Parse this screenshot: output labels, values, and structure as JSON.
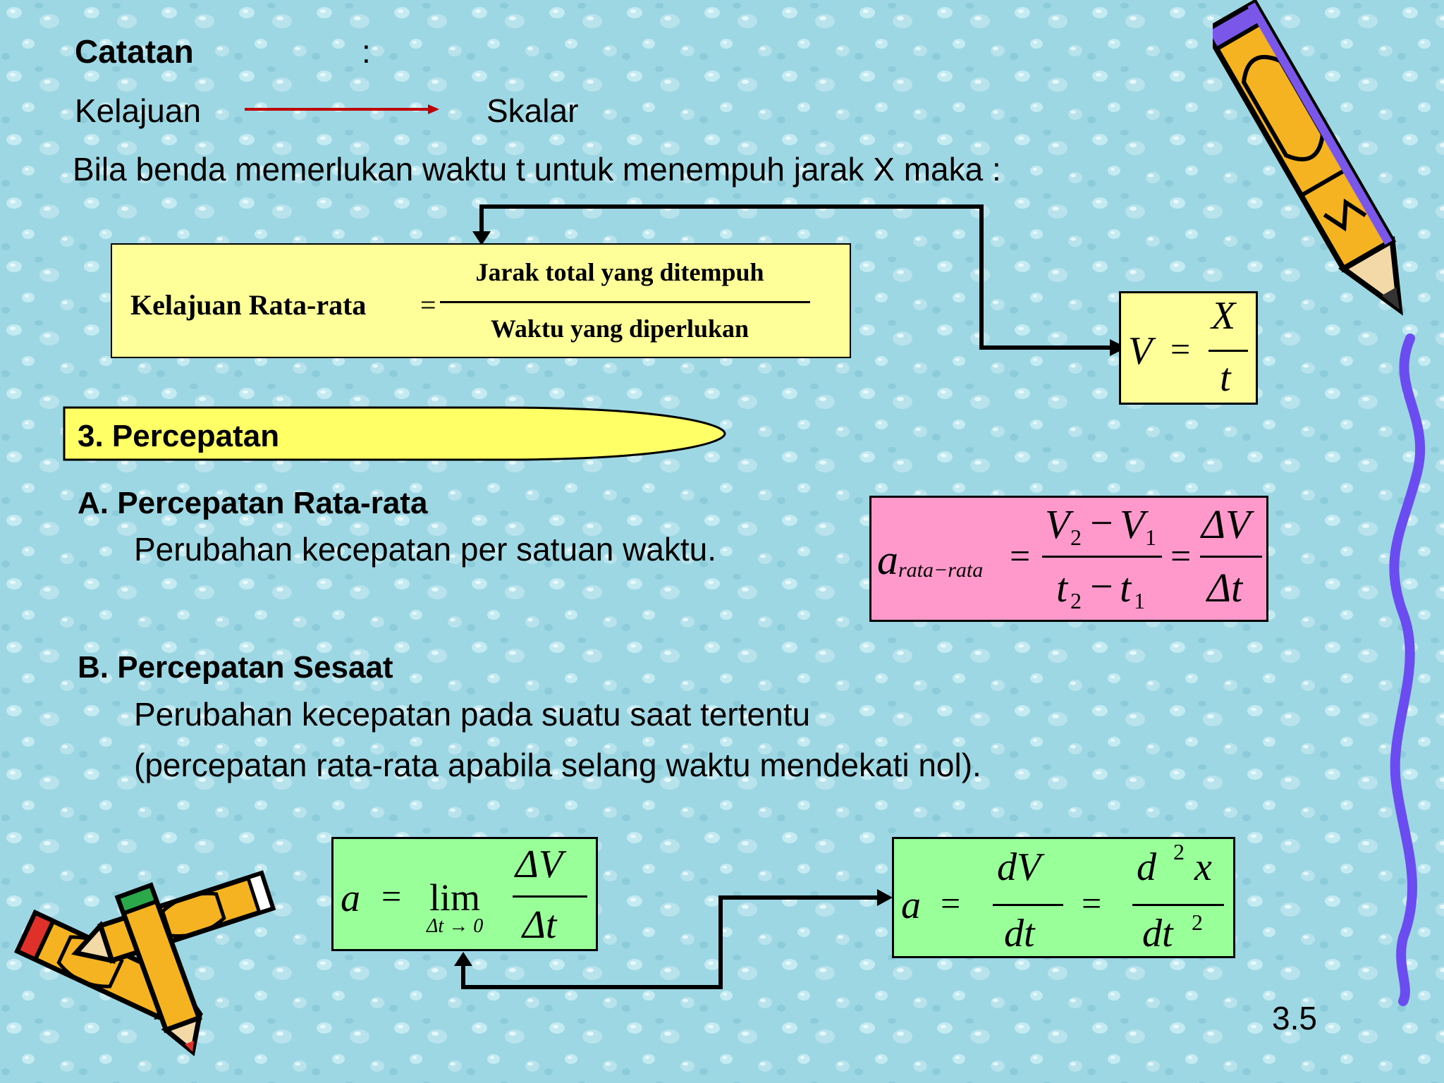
{
  "header": {
    "catatan": "Catatan",
    "colon": ":",
    "kelajuan": "Kelajuan",
    "skalar": "Skalar",
    "bila": "Bila benda memerlukan waktu t untuk menempuh jarak X maka :"
  },
  "speed_box": {
    "label": "Kelajuan Rata-rata",
    "equals": "=",
    "numerator": "Jarak total yang ditempuh",
    "denominator": "Waktu yang diperlukan"
  },
  "v_formula": {
    "v": "V",
    "eq": "=",
    "x": "X",
    "t": "t"
  },
  "section": {
    "title": "3.   Percepatan"
  },
  "part_a": {
    "title": "A.  Percepatan Rata-rata",
    "desc": "Perubahan kecepatan per satuan waktu."
  },
  "avg_formula": {
    "a": "a",
    "sub": "rata−rata",
    "eq": "=",
    "v2": "V",
    "v2_sub": "2",
    "minus": "−",
    "v1": "V",
    "v1_sub": "1",
    "t2": "t",
    "t2_sub": "2",
    "t1": "t",
    "t1_sub": "1",
    "eq2": "=",
    "delta_v": "ΔV",
    "delta_t": "Δt"
  },
  "part_b": {
    "title": "B.  Percepatan Sesaat",
    "desc1": "Perubahan kecepatan pada suatu saat tertentu",
    "desc2": "(percepatan rata-rata apabila selang waktu mendekati nol)."
  },
  "lim_formula": {
    "a": "a",
    "eq": "=",
    "lim": "lim",
    "lim_sub": "Δt → 0",
    "num": "ΔV",
    "den": "Δt"
  },
  "deriv_formula": {
    "a": "a",
    "eq": "=",
    "dv": "dV",
    "dt": "dt",
    "eq2": "=",
    "d2x_d": "d",
    "d2x_exp": "2",
    "d2x_x": "x",
    "dt2_dt": "dt",
    "dt2_exp": "2"
  },
  "footer": {
    "page": "3.5"
  },
  "colors": {
    "background": "#9ed7e4",
    "yellow_box": "#ffff99",
    "pink_box": "#ff99cc",
    "green_box": "#99ff99",
    "ellipse": "#ffff66",
    "arrow_red": "#c00000",
    "squiggle": "#6a4cf0"
  },
  "icons": [
    "pencil-icon",
    "crossed-pencils-icon",
    "purple-squiggle-line"
  ]
}
